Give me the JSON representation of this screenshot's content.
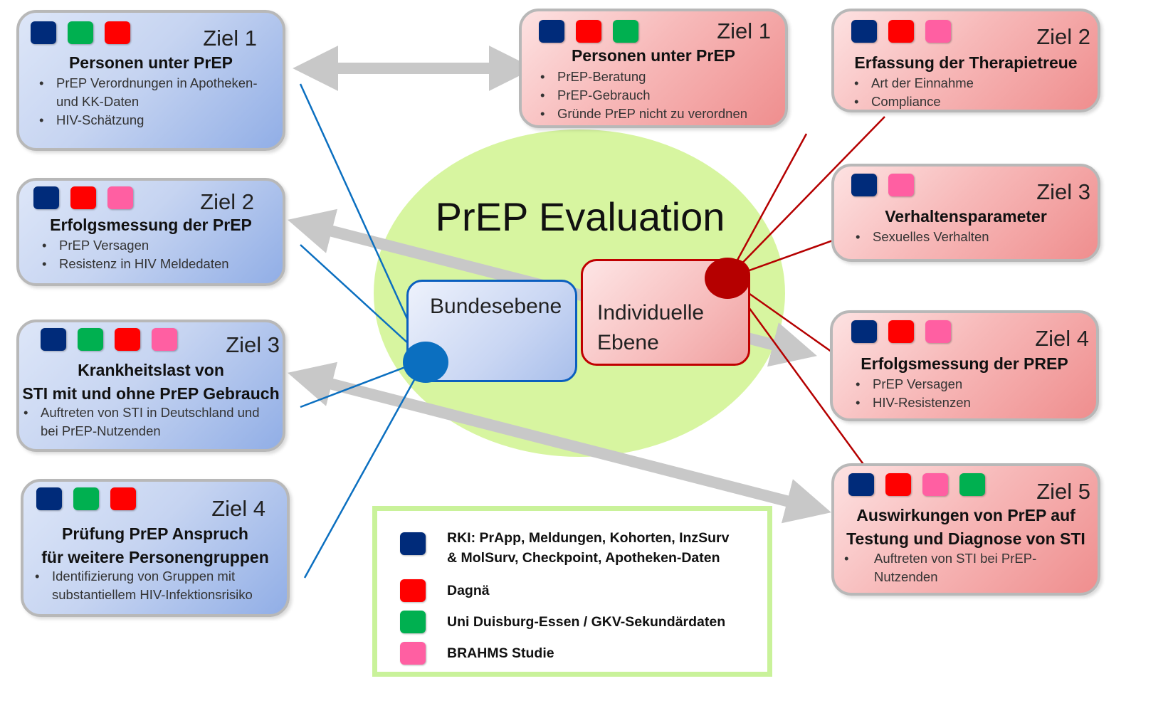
{
  "colors": {
    "rki": "#002b7a",
    "dagnae": "#ff0000",
    "uni": "#00b050",
    "brahms": "#ff5fa2",
    "blue_line": "#0b6fc0",
    "red_line": "#b50000",
    "arrow_gray": "#c8c8c8"
  },
  "center": {
    "title": "PrEP Evaluation",
    "bund_label": "Bundesebene",
    "indiv_line1": "Individuelle",
    "indiv_line2": "Ebene"
  },
  "left_boxes": [
    {
      "ziel": "Ziel 1",
      "title": [
        "Personen unter PrEP"
      ],
      "squares": [
        "rki",
        "uni",
        "dagnae"
      ],
      "bullets": [
        "PrEP Verordnungen in Apotheken- und KK-Daten",
        "HIV-Schätzung"
      ]
    },
    {
      "ziel": "Ziel 2",
      "title": [
        "Erfolgsmessung der PrEP"
      ],
      "squares": [
        "rki",
        "dagnae",
        "brahms"
      ],
      "bullets": [
        "PrEP Versagen",
        "Resistenz in HIV Meldedaten"
      ]
    },
    {
      "ziel": "Ziel 3",
      "title": [
        "Krankheitslast von",
        "STI mit und ohne PrEP Gebrauch"
      ],
      "squares": [
        "rki",
        "uni",
        "dagnae",
        "brahms"
      ],
      "bullets": [
        "Auftreten von STI in Deutschland und bei PrEP-Nutzenden"
      ]
    },
    {
      "ziel": "Ziel 4",
      "title": [
        "Prüfung PrEP Anspruch",
        "für weitere Personengruppen"
      ],
      "squares": [
        "rki",
        "uni",
        "dagnae"
      ],
      "bullets": [
        "Identifizierung von Gruppen mit substantiellem HIV-Infektionsrisiko"
      ]
    }
  ],
  "right_boxes": [
    {
      "ziel": "Ziel 1",
      "title": [
        "Personen unter PrEP"
      ],
      "squares": [
        "rki",
        "dagnae",
        "uni"
      ],
      "bullets": [
        "PrEP-Beratung",
        "PrEP-Gebrauch",
        "Gründe PrEP nicht zu verordnen"
      ]
    },
    {
      "ziel": "Ziel 2",
      "title": [
        "Erfassung der Therapietreue"
      ],
      "squares": [
        "rki",
        "dagnae",
        "brahms"
      ],
      "bullets": [
        "Art der Einnahme",
        "Compliance"
      ]
    },
    {
      "ziel": "Ziel 3",
      "title": [
        "Verhaltensparameter"
      ],
      "squares": [
        "rki",
        "brahms"
      ],
      "bullets": [
        "Sexuelles Verhalten"
      ]
    },
    {
      "ziel": "Ziel 4",
      "title": [
        "Erfolgsmessung der PREP"
      ],
      "squares": [
        "rki",
        "dagnae",
        "brahms"
      ],
      "bullets": [
        "PrEP Versagen",
        "HIV-Resistenzen"
      ]
    },
    {
      "ziel": "Ziel 5",
      "title": [
        "Auswirkungen von PrEP auf",
        "Testung und Diagnose von STI"
      ],
      "squares": [
        "rki",
        "dagnae",
        "brahms",
        "uni"
      ],
      "bullets": [
        "Auftreten von STI bei PrEP-Nutzenden"
      ]
    }
  ],
  "legend": [
    {
      "key": "rki",
      "line1": "RKI: PrApp, Meldungen, Kohorten, InzSurv",
      "line2": "& MolSurv, Checkpoint, Apotheken-Daten"
    },
    {
      "key": "dagnae",
      "line1": "Dagnä",
      "line2": ""
    },
    {
      "key": "uni",
      "line1": "Uni Duisburg-Essen / GKV-Sekundärdaten",
      "line2": ""
    },
    {
      "key": "brahms",
      "line1": "BRAHMS Studie",
      "line2": ""
    }
  ]
}
